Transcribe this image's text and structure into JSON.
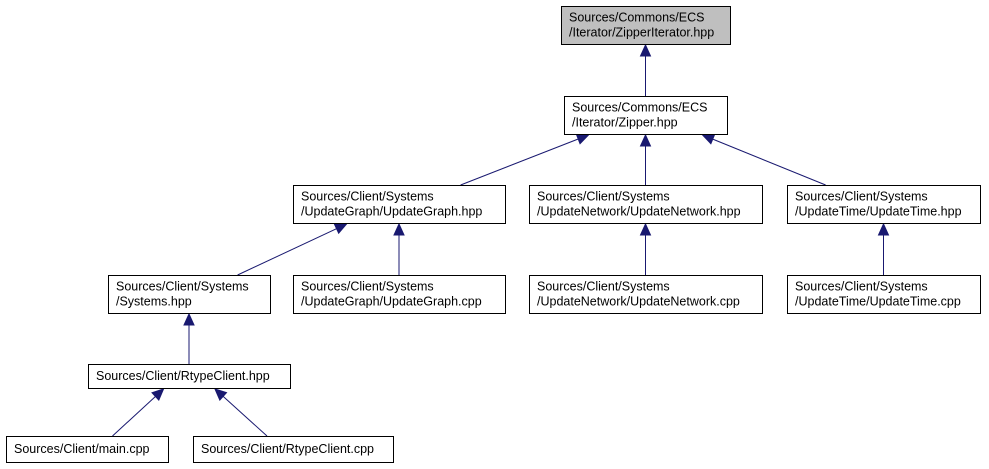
{
  "nodes": [
    {
      "id": "zipper_iterator",
      "lines": [
        "Sources/Commons/ECS",
        "/Iterator/ZipperIterator.hpp"
      ],
      "highlighted": true
    },
    {
      "id": "zipper",
      "lines": [
        "Sources/Commons/ECS",
        "/Iterator/Zipper.hpp"
      ],
      "highlighted": false
    },
    {
      "id": "update_graph_hpp",
      "lines": [
        "Sources/Client/Systems",
        "/UpdateGraph/UpdateGraph.hpp"
      ],
      "highlighted": false
    },
    {
      "id": "update_network_hpp",
      "lines": [
        "Sources/Client/Systems",
        "/UpdateNetwork/UpdateNetwork.hpp"
      ],
      "highlighted": false
    },
    {
      "id": "update_time_hpp",
      "lines": [
        "Sources/Client/Systems",
        "/UpdateTime/UpdateTime.hpp"
      ],
      "highlighted": false
    },
    {
      "id": "systems_hpp",
      "lines": [
        "Sources/Client/Systems",
        "/Systems.hpp"
      ],
      "highlighted": false
    },
    {
      "id": "update_graph_cpp",
      "lines": [
        "Sources/Client/Systems",
        "/UpdateGraph/UpdateGraph.cpp"
      ],
      "highlighted": false
    },
    {
      "id": "update_network_cpp",
      "lines": [
        "Sources/Client/Systems",
        "/UpdateNetwork/UpdateNetwork.cpp"
      ],
      "highlighted": false
    },
    {
      "id": "update_time_cpp",
      "lines": [
        "Sources/Client/Systems",
        "/UpdateTime/UpdateTime.cpp"
      ],
      "highlighted": false
    },
    {
      "id": "rtype_client_hpp",
      "lines": [
        "Sources/Client/RtypeClient.hpp"
      ],
      "highlighted": false
    },
    {
      "id": "main_cpp",
      "lines": [
        "Sources/Client/main.cpp"
      ],
      "highlighted": false
    },
    {
      "id": "rtype_client_cpp",
      "lines": [
        "Sources/Client/RtypeClient.cpp"
      ],
      "highlighted": false
    }
  ],
  "edges": [
    {
      "from": "zipper",
      "to": "zipper_iterator"
    },
    {
      "from": "update_graph_hpp",
      "to": "zipper"
    },
    {
      "from": "update_network_hpp",
      "to": "zipper"
    },
    {
      "from": "update_time_hpp",
      "to": "zipper"
    },
    {
      "from": "systems_hpp",
      "to": "update_graph_hpp"
    },
    {
      "from": "update_graph_cpp",
      "to": "update_graph_hpp"
    },
    {
      "from": "update_network_cpp",
      "to": "update_network_hpp"
    },
    {
      "from": "update_time_cpp",
      "to": "update_time_hpp"
    },
    {
      "from": "rtype_client_hpp",
      "to": "systems_hpp"
    },
    {
      "from": "main_cpp",
      "to": "rtype_client_hpp"
    },
    {
      "from": "rtype_client_cpp",
      "to": "rtype_client_hpp"
    }
  ]
}
